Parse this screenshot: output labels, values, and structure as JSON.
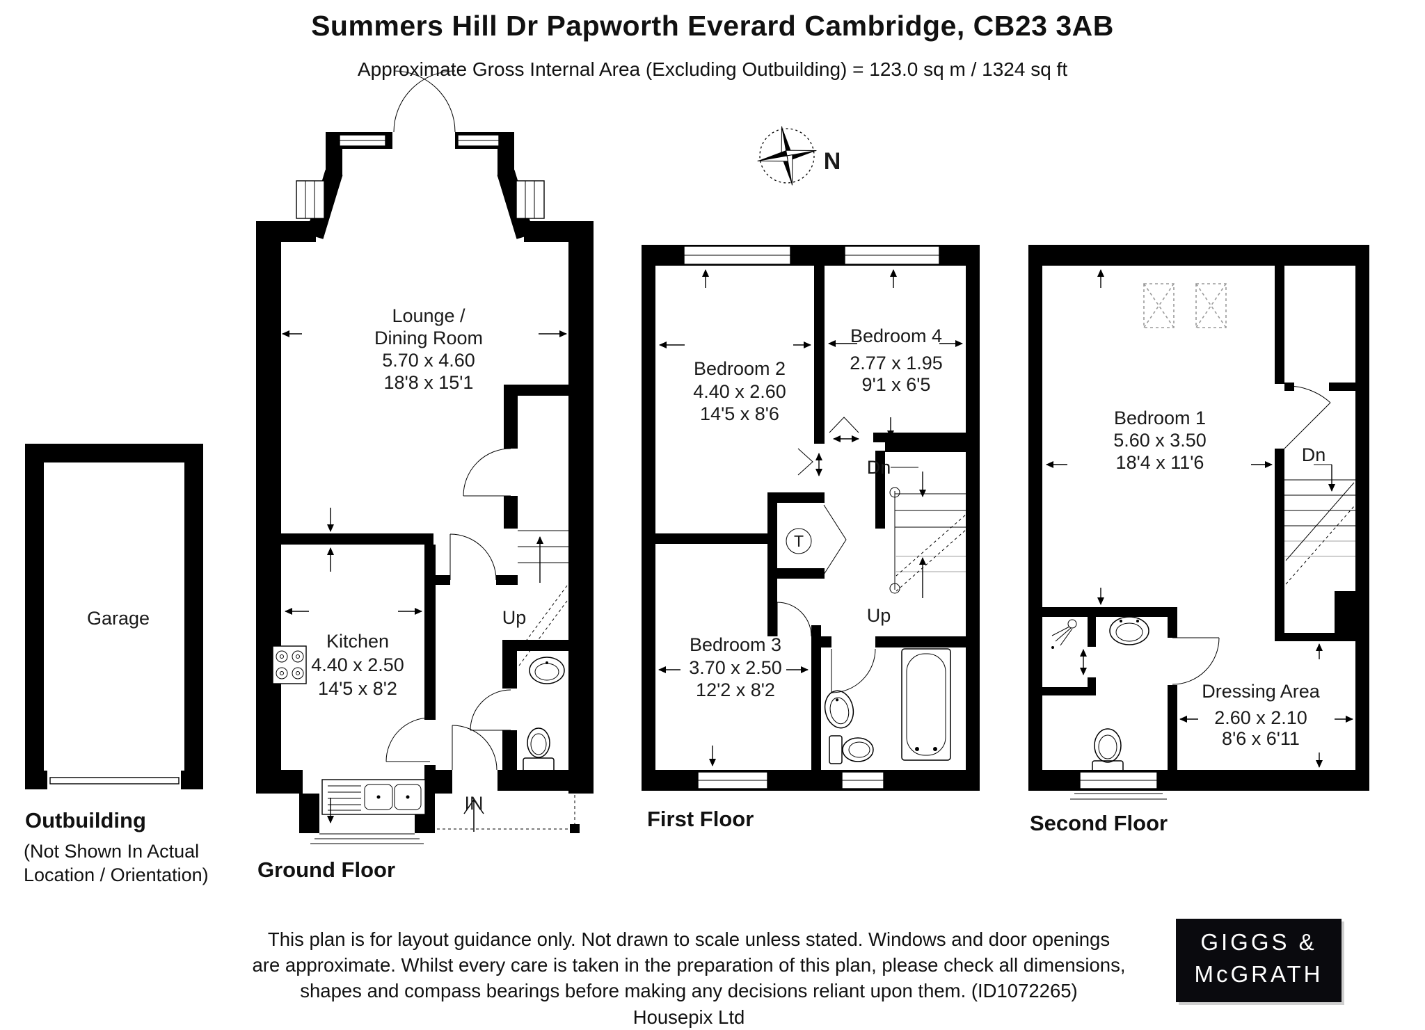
{
  "header": {
    "title": "Summers Hill Dr Papworth Everard Cambridge, CB23 3AB",
    "subtitle": "Approximate Gross Internal Area (Excluding Outbuilding) = 123.0 sq m / 1324 sq ft"
  },
  "compass": {
    "north_label": "N"
  },
  "floors": {
    "outbuilding": {
      "label": "Outbuilding",
      "note_line1": "(Not Shown In Actual",
      "note_line2": "Location / Orientation)",
      "rooms": {
        "garage": {
          "name": "Garage"
        }
      }
    },
    "ground": {
      "label": "Ground Floor",
      "rooms": {
        "lounge": {
          "name_line1": "Lounge /",
          "name_line2": "Dining Room",
          "metric": "5.70 x 4.60",
          "imperial": "18'8 x 15'1"
        },
        "kitchen": {
          "name": "Kitchen",
          "metric": "4.40 x 2.50",
          "imperial": "14'5 x 8'2"
        }
      },
      "annotations": {
        "up": "Up",
        "entrance": "IN"
      }
    },
    "first": {
      "label": "First Floor",
      "rooms": {
        "bedroom2": {
          "name": "Bedroom 2",
          "metric": "4.40 x 2.60",
          "imperial": "14'5 x 8'6"
        },
        "bedroom4": {
          "name": "Bedroom 4",
          "metric": "2.77 x 1.95",
          "imperial": "9'1 x 6'5"
        },
        "bedroom3": {
          "name": "Bedroom 3",
          "metric": "3.70 x 2.50",
          "imperial": "12'2 x 8'2"
        }
      },
      "annotations": {
        "down": "Dn",
        "up": "Up",
        "tank": "T"
      }
    },
    "second": {
      "label": "Second Floor",
      "rooms": {
        "bedroom1": {
          "name": "Bedroom 1",
          "metric": "5.60 x 3.50",
          "imperial": "18'4 x 11'6"
        },
        "dressing": {
          "name": "Dressing Area",
          "metric": "2.60 x 2.10",
          "imperial": "8'6 x 6'11"
        }
      },
      "annotations": {
        "down": "Dn"
      }
    }
  },
  "footer": {
    "disclaimer_line1": "This plan is for layout guidance only. Not drawn to scale unless stated. Windows and door openings",
    "disclaimer_line2": "are approximate. Whilst every care is taken in the preparation of this plan, please check all dimensions,",
    "disclaimer_line3": "shapes and compass bearings before making any decisions reliant upon them. (ID1072265)",
    "credit": "Housepix Ltd",
    "logo_line1": "GIGGS &",
    "logo_line2": "McGRATH"
  },
  "colors": {
    "wall": "#000000",
    "background": "#ffffff",
    "logo_bg": "#0a0a0e",
    "logo_text": "#ffffff"
  }
}
